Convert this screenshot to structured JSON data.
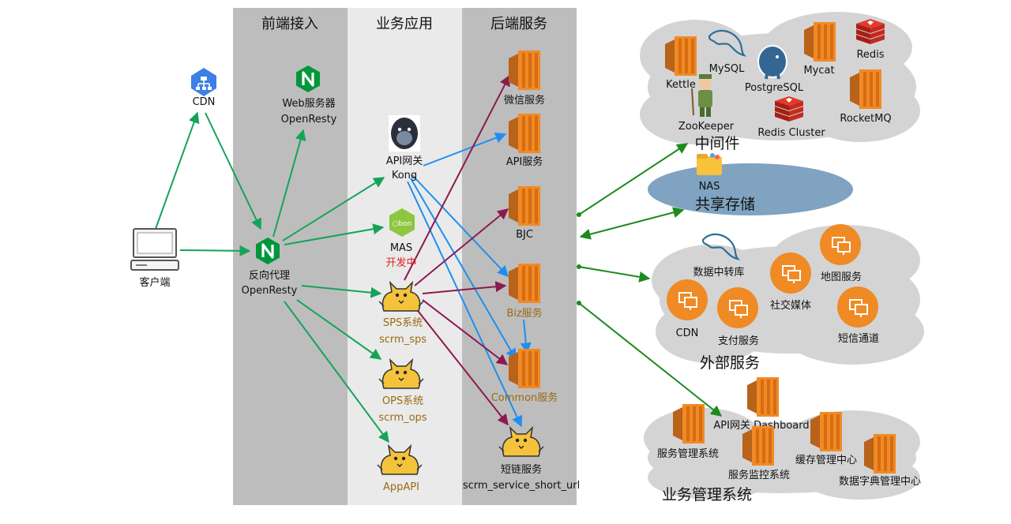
{
  "columns": {
    "frontend": "前端接入",
    "business": "业务应用",
    "backend": "后端服务"
  },
  "client": {
    "label": "客户端",
    "cdn_label": "CDN"
  },
  "frontend": {
    "web_server": [
      "Web服务器",
      "OpenResty"
    ],
    "reverse_proxy": [
      "反向代理",
      "OpenResty"
    ]
  },
  "business": {
    "api_gateway": [
      "API网关",
      "Kong"
    ],
    "mas": [
      "MAS",
      "开发中"
    ],
    "sps": [
      "SPS系统",
      "scrm_sps"
    ],
    "ops": [
      "OPS系统",
      "scrm_ops"
    ],
    "app_api": "AppAPI"
  },
  "backend": {
    "wechat": "微信服务",
    "api": "API服务",
    "bjc": "BJC",
    "biz": "Biz服务",
    "common": "Common服务",
    "short_link": [
      "短链服务",
      "scrm_service_short_url"
    ]
  },
  "middleware": {
    "title": "中间件",
    "items": {
      "kettle": "Kettle",
      "mysql": "MySQL",
      "postgresql": "PostgreSQL",
      "mycat": "Mycat",
      "redis": "Redis",
      "zookeeper": "ZooKeeper",
      "redis_cluster": "Redis Cluster",
      "rocketmq": "RocketMQ"
    }
  },
  "storage": {
    "title": "共享存储",
    "nas": "NAS"
  },
  "external": {
    "title": "外部服务",
    "items": {
      "data_relay": "数据中转库",
      "map": "地图服务",
      "social": "社交媒体",
      "cdn": "CDN",
      "payment": "支付服务",
      "sms": "短信通道"
    }
  },
  "management": {
    "title": "业务管理系统",
    "items": {
      "gateway_dashboard": "API网关 Dashboard",
      "service_mgmt": "服务管理系统",
      "service_monitor": "服务监控系统",
      "cache_center": "缓存管理中心",
      "dict_center": "数据字典管理中心"
    }
  },
  "colors": {
    "green_arrow": "#15a35a",
    "blue_arrow": "#1e8ff0",
    "purple_arrow": "#8b1a4f",
    "dark_green_arrow": "#1d8a1d",
    "aws_orange": "#f08a24",
    "nginx_green": "#009639",
    "cloud_gray": "#d4d4d4",
    "storage_blue": "#7fa3c0",
    "column_dark": "#bdbdbd",
    "column_light": "#eaeaea"
  }
}
